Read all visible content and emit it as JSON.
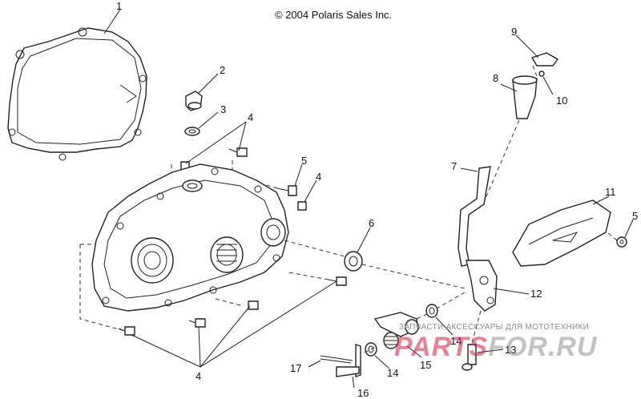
{
  "copyright": "© 2004 Polaris Sales Inc.",
  "callouts": {
    "c1": "1",
    "c2": "2",
    "c3": "3",
    "c4a": "4",
    "c4b": "4",
    "c4c": "4",
    "c5a": "5",
    "c5b": "5",
    "c6": "6",
    "c7": "7",
    "c8": "8",
    "c9": "9",
    "c10": "10",
    "c11": "11",
    "c12": "12",
    "c13": "13",
    "c14a": "14",
    "c14b": "14",
    "c15": "15",
    "c16": "16",
    "c17": "17"
  },
  "watermark": {
    "text": "ЗАПЧАСТИ АКСЕССУАРЫ ДЛЯ МОТОТЕХНИКИ",
    "logo_left": "PARTS",
    "logo_right": "FOR.RU"
  }
}
